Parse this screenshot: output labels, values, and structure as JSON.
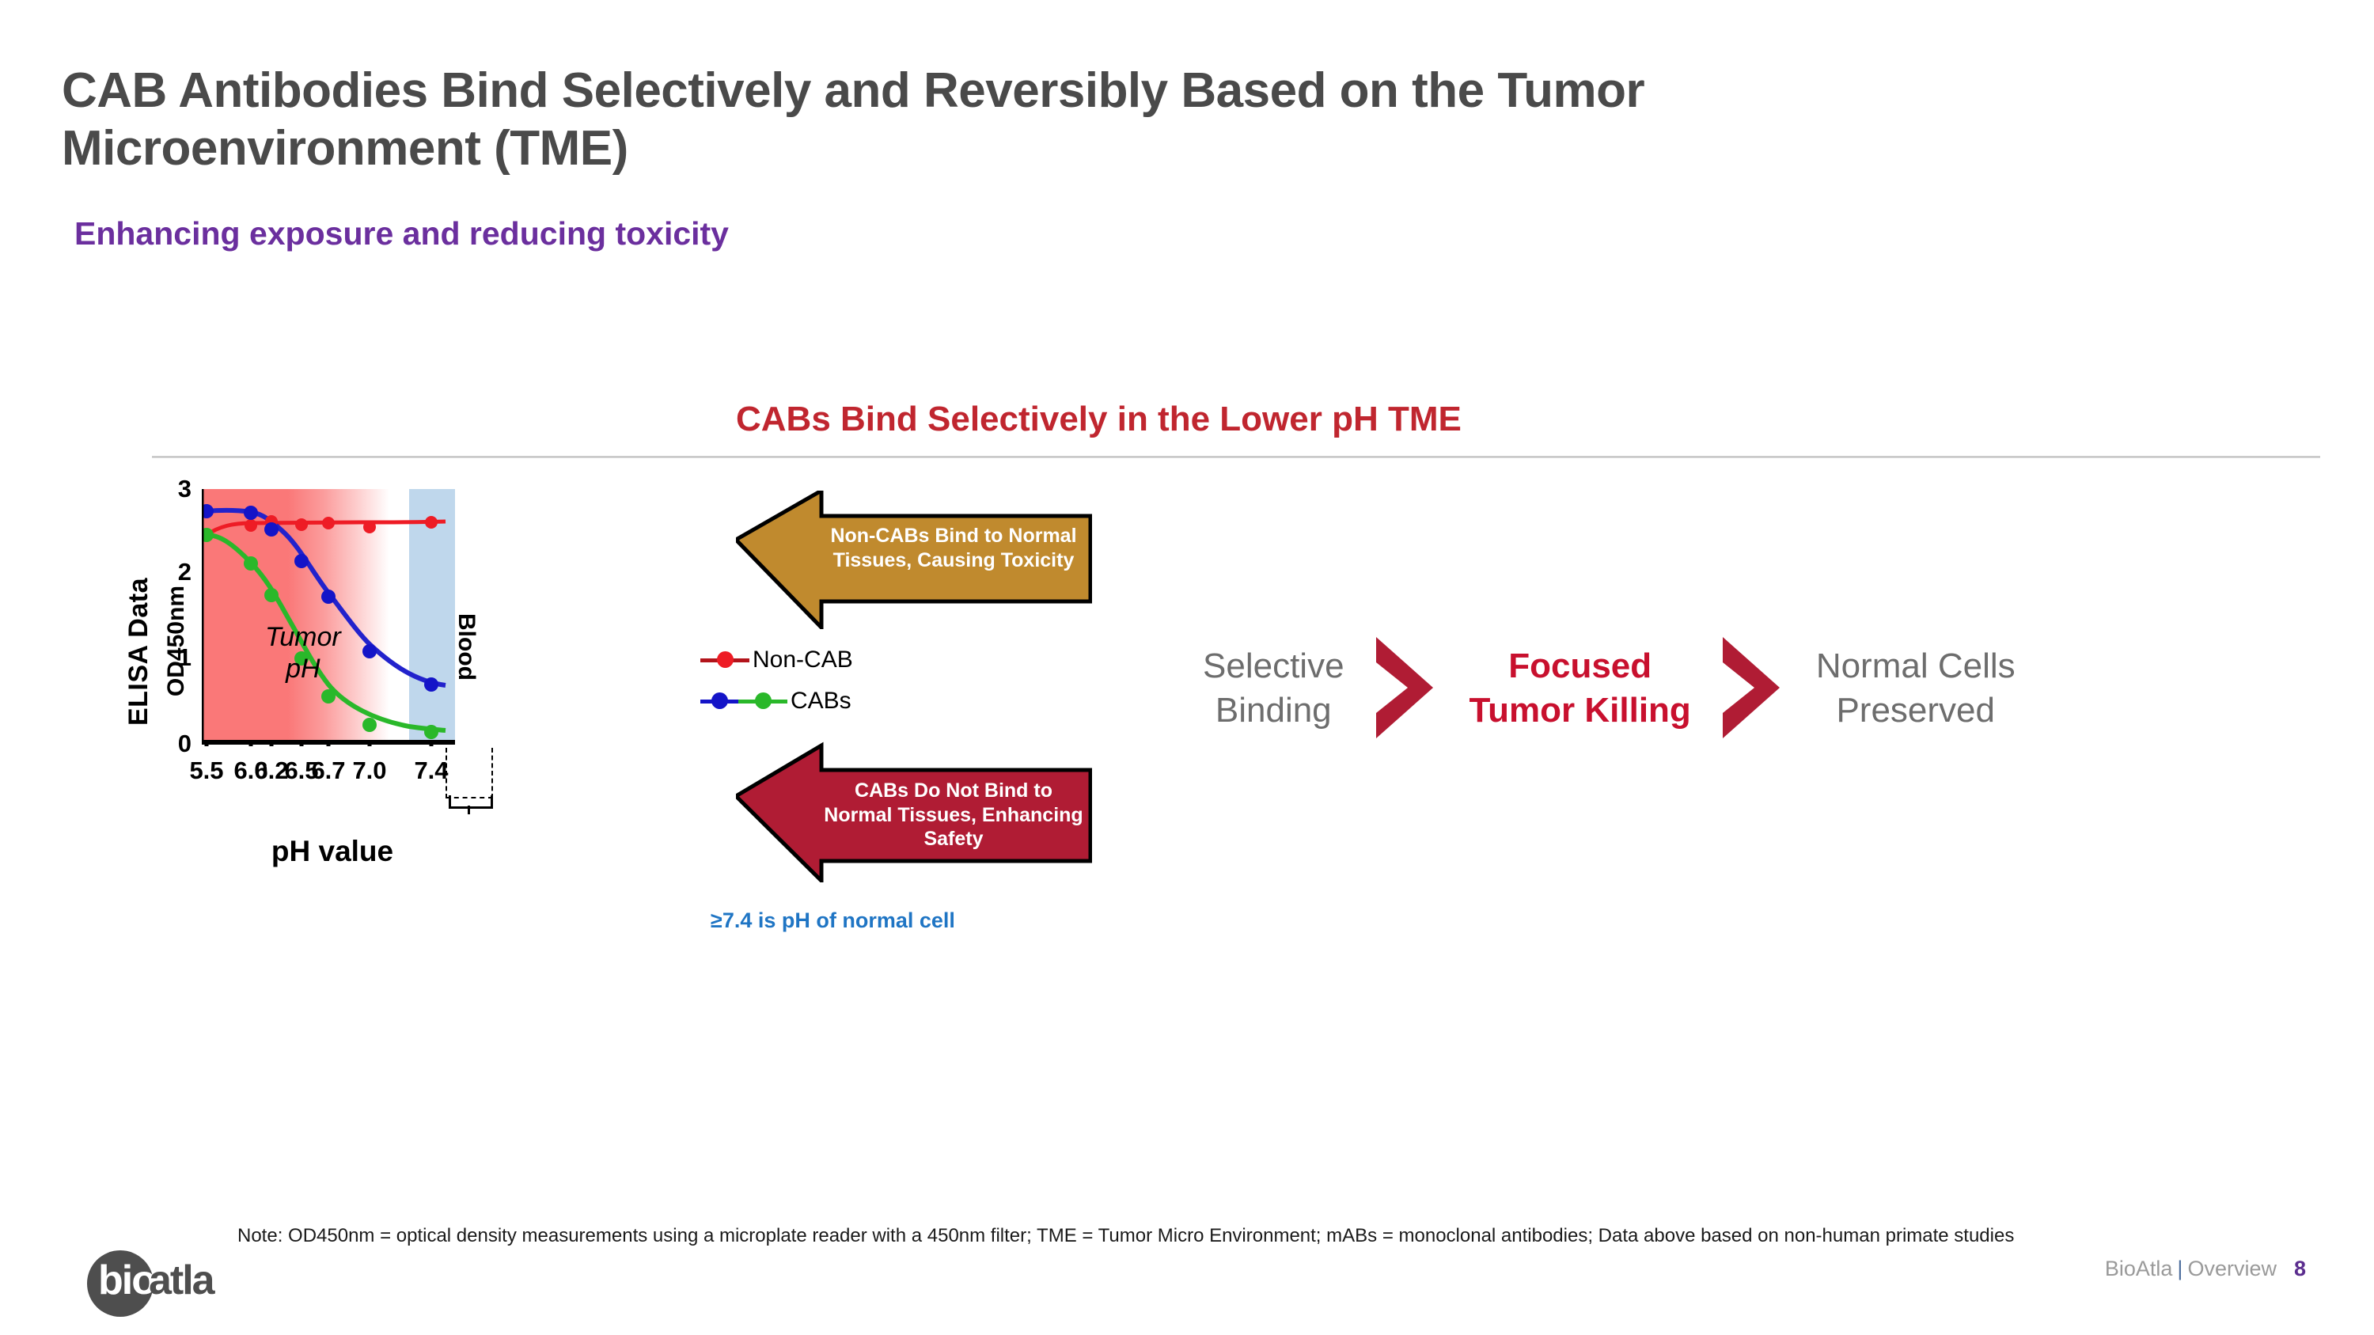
{
  "slide": {
    "title": "CAB Antibodies Bind Selectively and Reversibly Based on the Tumor Microenvironment (TME)",
    "subtitle": "Enhancing exposure and reducing toxicity",
    "panel_heading": "CABs Bind Selectively in the Lower pH TME"
  },
  "chart_data": {
    "type": "line",
    "title": "CABs Bind Selectively in the Lower pH TME",
    "xlabel": "pH value",
    "ylabel": "OD450nm",
    "ylabel_outer": "ELISA Data",
    "categories": [
      "5.5",
      "6.0",
      "6.2",
      "6.5",
      "6.7",
      "7.0",
      "7.4"
    ],
    "x": [
      5.5,
      6.0,
      6.2,
      6.5,
      6.7,
      7.0,
      7.4
    ],
    "ylim": [
      0,
      3
    ],
    "yticks": [
      "0",
      "1",
      "2",
      "3"
    ],
    "xticks": [
      "5.5",
      "6.0",
      "6.2",
      "6.5",
      "6.7",
      "7.0",
      "7.4"
    ],
    "grid": false,
    "legend_position": "right",
    "series": [
      {
        "name": "Non-CAB",
        "color": "#ee1c25",
        "values": [
          2.45,
          2.58,
          2.62,
          2.58,
          2.6,
          2.55,
          2.6
        ]
      },
      {
        "name": "CABs",
        "color": "#2222cc",
        "values": [
          2.73,
          2.72,
          2.52,
          2.15,
          1.72,
          1.07,
          0.68
        ]
      },
      {
        "name": "CABs",
        "color": "#2ab82a",
        "values": [
          2.45,
          2.12,
          1.74,
          1.0,
          0.55,
          0.2,
          0.1
        ]
      }
    ],
    "annotations": {
      "tumor_region": "Tumor\npH",
      "tumor_region_line1": "Tumor",
      "tumor_region_line2": "pH",
      "blood_region": "Blood",
      "ph74_note": "≥7.4 is pH of normal cell",
      "ph74_highlight": "7.4"
    },
    "legend": [
      {
        "label": "Non-CAB",
        "markers": [
          "#ee1c25"
        ],
        "line_color": "#b3141b"
      },
      {
        "label": "CABs",
        "markers": [
          "#1414c8",
          "#2ab82a"
        ],
        "line_color": "#2ab82a"
      }
    ]
  },
  "callouts": [
    {
      "id": "non-cabs-toxicity",
      "text": "Non-CABs Bind to Normal Tissues, Causing Toxicity",
      "line1": "Non-CABs Bind to Normal",
      "line2": "Tissues, Causing Toxicity",
      "fill": "#c08a2e",
      "stroke": "#000000"
    },
    {
      "id": "cabs-safety",
      "text": "CABs Do Not Bind to Normal Tissues, Enhancing Safety",
      "line1": "CABs Do Not Bind to",
      "line2": "Normal Tissues, Enhancing",
      "line3": "Safety",
      "fill": "#b01c34",
      "stroke": "#000000"
    }
  ],
  "flow": {
    "chevron_color": "#b01c34",
    "steps": [
      {
        "line1": "Selective",
        "line2": "Binding",
        "style": "gray"
      },
      {
        "line1": "Focused",
        "line2": "Tumor Killing",
        "style": "red"
      },
      {
        "line1": "Normal Cells",
        "line2": "Preserved",
        "style": "gray"
      }
    ]
  },
  "footer": {
    "note": "Note: OD450nm = optical density measurements using a microplate reader with a 450nm filter; TME = Tumor Micro Environment; mABs = monoclonal antibodies; Data above based on non-human primate studies",
    "logo_part1": "bio",
    "logo_part2": "atla",
    "brand": "BioAtla",
    "separator": "|",
    "section": "Overview",
    "page_number": "8"
  }
}
